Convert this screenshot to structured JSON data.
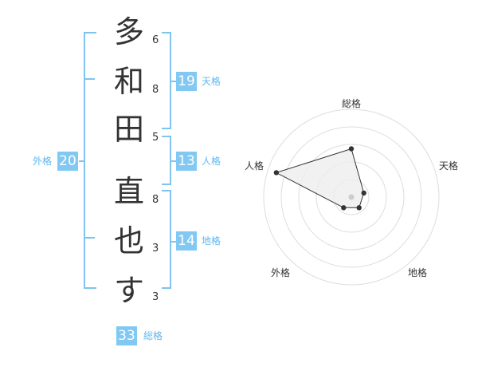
{
  "name": {
    "characters": [
      "多",
      "和",
      "田",
      "直",
      "也",
      "す"
    ],
    "strokes": [
      "6",
      "8",
      "5",
      "8",
      "3",
      "3"
    ]
  },
  "fortune": {
    "tenkaku": {
      "value": "19",
      "label": "天格"
    },
    "jinkaku": {
      "value": "13",
      "label": "人格"
    },
    "chikaku": {
      "value": "14",
      "label": "地格"
    },
    "gaikaku": {
      "value": "20",
      "label": "外格"
    },
    "soukaku": {
      "value": "33",
      "label": "総格"
    }
  },
  "radar": {
    "axis_labels": {
      "soukaku": "総格",
      "tenkaku": "天格",
      "chikaku": "地格",
      "gaikaku": "外格",
      "jinkaku": "人格"
    },
    "levels": [
      0.55,
      0.15,
      0.15,
      0.15,
      0.9
    ],
    "colors": {
      "fill": "#eeeeee",
      "line": "#333333",
      "rings": "#dddddd",
      "accent": "#81c9f3"
    }
  }
}
